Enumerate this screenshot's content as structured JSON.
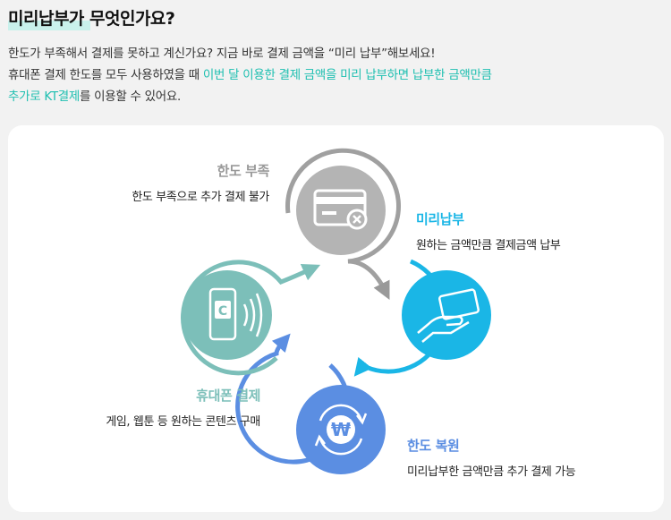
{
  "header": {
    "title": "미리납부가 무엇인가요?",
    "line1": "한도가 부족해서 결제를 못하고 계신가요? 지금 바로 결제 금액을 “미리 납부”해보세요!",
    "line2_plain": "휴대폰 결제 한도를 모두 사용하였을 때 ",
    "line2_hl": "이번 달 이용한 결제 금액을 미리 납부하면 납부한 금액만큼",
    "line3_hl": "추가로 KT결제",
    "line3_plain": "를 이용할 수 있어요."
  },
  "cycle": {
    "steps": [
      {
        "title": "한도 부족",
        "desc": "한도 부족으로 추가 결제 불가",
        "color": "#999999",
        "icon": "card-cancel-icon"
      },
      {
        "title": "미리납부",
        "desc": "원하는 금액만큼 결제금액 납부",
        "color": "#1ab6e6",
        "icon": "hand-card-icon"
      },
      {
        "title": "한도 복원",
        "desc": "미리납부한 금액만큼 추가 결제 가능",
        "color": "#5b8ee2",
        "icon": "won-refresh-icon"
      },
      {
        "title": "휴대폰 결제",
        "desc": "게임, 웹툰 등 원하는 콘텐츠 구매",
        "color": "#7cbfb9",
        "icon": "phone-pay-icon"
      }
    ],
    "phone_letter": "C",
    "won_symbol": "₩"
  }
}
